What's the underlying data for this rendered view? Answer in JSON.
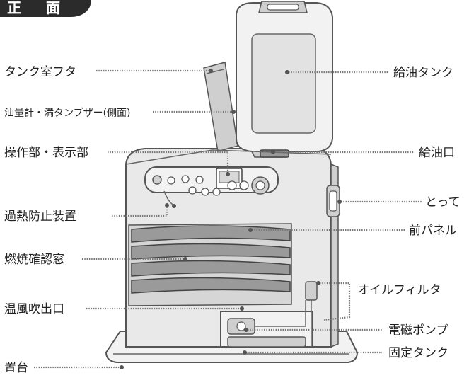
{
  "header": {
    "title": "正 面"
  },
  "labels": {
    "tank_lid": "タンク室フタ",
    "oil_gauge": "油量計・満タンブザー(側面)",
    "control_panel": "操作部・表示部",
    "overheat": "過熱防止装置",
    "flame_window": "燃焼確認窓",
    "warm_air": "温風吹出口",
    "stand": "置台",
    "fuel_tank": "給油タンク",
    "fuel_port": "給油口",
    "handle": "とって",
    "front_panel": "前パネル",
    "oil_filter": "オイルフィルタ",
    "solenoid_pump": "電磁ポンプ",
    "fixed_tank": "固定タンク"
  },
  "colors": {
    "header_bg": "#2b2b2b",
    "body": "#e9e9e9",
    "outline": "#555555",
    "grille": "#9a9a9a"
  }
}
